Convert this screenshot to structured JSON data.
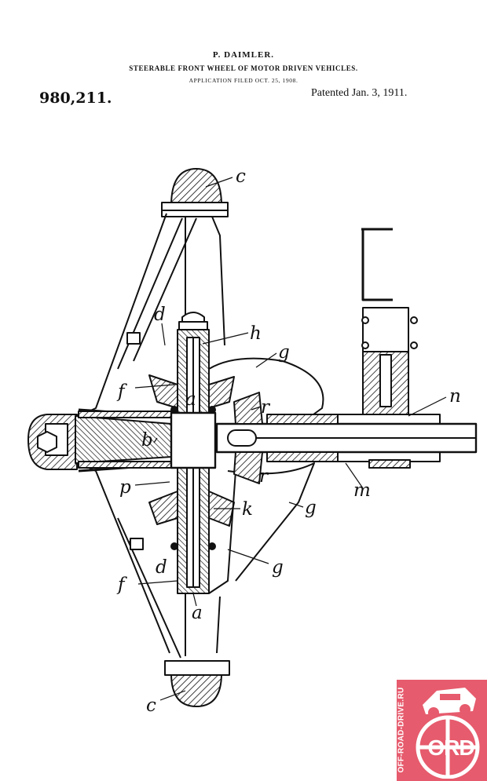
{
  "header": {
    "inventor": "P. DAIMLER.",
    "title": "STEERABLE FRONT WHEEL OF MOTOR DRIVEN VEHICLES.",
    "filed": "APPLICATION FILED OCT. 25, 1908.",
    "patent_number": "980,211.",
    "patent_date": "Patented Jan. 3, 1911."
  },
  "drawing": {
    "labels": [
      "c",
      "d",
      "h",
      "g",
      "f",
      "a",
      "r",
      "n",
      "b",
      "p",
      "r",
      "k",
      "m",
      "g",
      "d",
      "g",
      "f",
      "a",
      "c"
    ]
  },
  "watermark": {
    "side_text": "OFF-ROAD-DRIVE.RU",
    "logo_text": "ORD",
    "color": "#e65b6d"
  }
}
